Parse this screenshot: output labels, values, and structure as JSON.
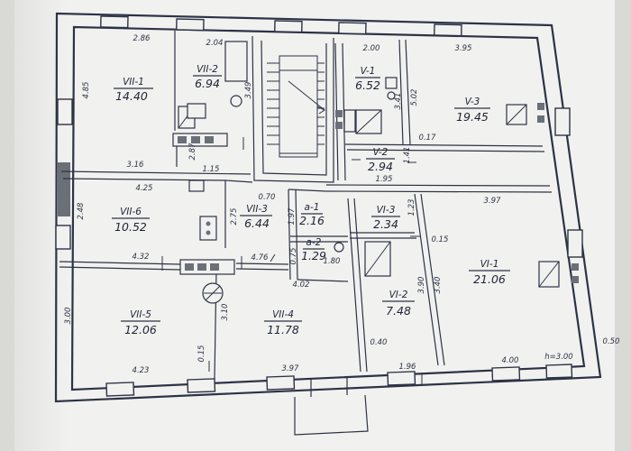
{
  "rooms": [
    {
      "id": "VII-1",
      "area": "14.40"
    },
    {
      "id": "VII-2",
      "area": "6.94"
    },
    {
      "id": "VII-3",
      "area": "6.44"
    },
    {
      "id": "VII-4",
      "area": "11.78"
    },
    {
      "id": "VII-5",
      "area": "12.06"
    },
    {
      "id": "VII-6",
      "area": "10.52"
    },
    {
      "id": "V-1",
      "area": "6.52"
    },
    {
      "id": "V-2",
      "area": "2.94"
    },
    {
      "id": "V-3",
      "area": "19.45"
    },
    {
      "id": "VI-1",
      "area": "21.06"
    },
    {
      "id": "VI-2",
      "area": "7.48"
    },
    {
      "id": "VI-3",
      "area": "2.34"
    },
    {
      "id": "a-1",
      "area": "2.16"
    },
    {
      "id": "a-2",
      "area": "1.29"
    }
  ],
  "dimensions": [
    "2.86",
    "2.04",
    "2.00",
    "3.95",
    "4.85",
    "3.49",
    "3.41",
    "5.02",
    "3.16",
    "1.15",
    "2.87",
    "0.17",
    "1.95",
    "1.41",
    "4.25",
    "0.70",
    "3.97",
    "2.48",
    "2.75",
    "1.97",
    "1.23",
    "0.15",
    "4.32",
    "4.76",
    "1.80",
    "0.75",
    "4.02",
    "3.90",
    "3.40",
    "3.00",
    "3.10",
    "0.15",
    "0.40",
    "4.23",
    "3.97",
    "1.96",
    "4.00",
    "h=3.00",
    "0.50"
  ]
}
